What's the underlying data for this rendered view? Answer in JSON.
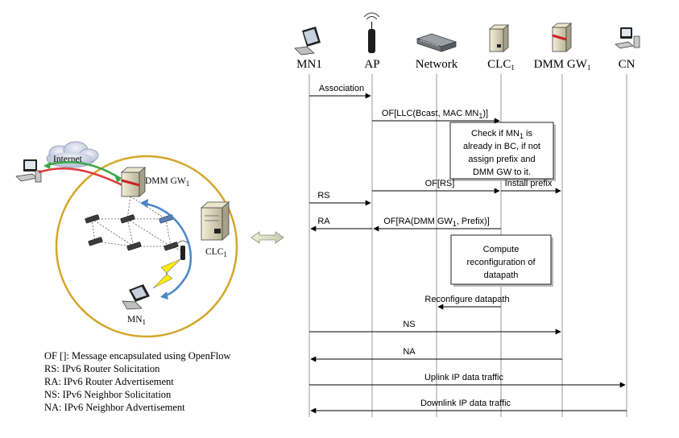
{
  "entities": [
    {
      "id": "mn1",
      "name": "MN1",
      "icon": "laptop-icon"
    },
    {
      "id": "ap",
      "name": "AP",
      "icon": "access-point-icon"
    },
    {
      "id": "network",
      "name": "Network",
      "icon": "switch-icon"
    },
    {
      "id": "clc",
      "name": "CLC",
      "sub": "1",
      "icon": "server-icon"
    },
    {
      "id": "dmmgw",
      "name": "DMM GW",
      "sub": "1",
      "icon": "gateway-server-icon"
    },
    {
      "id": "cn",
      "name": "CN",
      "icon": "computer-icon"
    }
  ],
  "messages": [
    {
      "from": "mn1",
      "to": "ap",
      "label": "Association"
    },
    {
      "from": "ap",
      "to": "clc",
      "label": "OF[LLC(Bcast, MAC MN1)]",
      "parts": [
        "OF[LLC(Bcast, MAC MN",
        "1",
        ")]"
      ]
    },
    {
      "from": "mn1",
      "to": "ap",
      "label": "RS"
    },
    {
      "from": "ap",
      "to": "clc",
      "label": "OF[RS]"
    },
    {
      "from": "clc",
      "to": "dmmgw",
      "label": "Install prefix"
    },
    {
      "from": "ap",
      "to": "mn1",
      "label": "RA"
    },
    {
      "from": "clc",
      "to": "ap",
      "label": "OF[RA(DMM GW1, Prefix)]",
      "parts": [
        "OF[RA(DMM GW",
        "1",
        ", Prefix)]"
      ]
    },
    {
      "from": "clc",
      "to": "network",
      "label": "Reconfigure datapath"
    },
    {
      "from": "mn1",
      "to": "dmmgw",
      "label": "NS"
    },
    {
      "from": "dmmgw",
      "to": "mn1",
      "label": "NA"
    },
    {
      "from": "mn1",
      "to": "cn",
      "label": "Uplink IP data traffic"
    },
    {
      "from": "cn",
      "to": "mn1",
      "label": "Downlink IP data traffic"
    }
  ],
  "notes": [
    {
      "lines": [
        [
          "Check if MN",
          "1",
          " is"
        ],
        [
          "already in BC, if not"
        ],
        [
          "assign prefix and"
        ],
        [
          "DMM GW to it."
        ]
      ]
    },
    {
      "lines": [
        [
          "Compute"
        ],
        [
          "reconfiguration of"
        ],
        [
          "datapath"
        ]
      ]
    }
  ],
  "topology": {
    "internet_label": "Internet",
    "gateway_label": "DMM GW",
    "gateway_sub": "1",
    "controller_label": "CLC",
    "controller_sub": "1",
    "mobile_label": "MN",
    "mobile_sub": "1",
    "circle_color": "#d4a62a",
    "link_color_green": "#3aa845",
    "link_color_red": "#e0393a",
    "link_color_blue": "#4a86c8",
    "wireless_color": "#ffee00"
  },
  "legend": [
    "OF []: Message encapsulated using OpenFlow",
    "RS: IPv6 Router Solicitation",
    "RA: IPv6 Router Advertisement",
    "NS: IPv6 Neighbor Solicitation",
    "NA: IPv6 Neighbor Advertisement"
  ]
}
